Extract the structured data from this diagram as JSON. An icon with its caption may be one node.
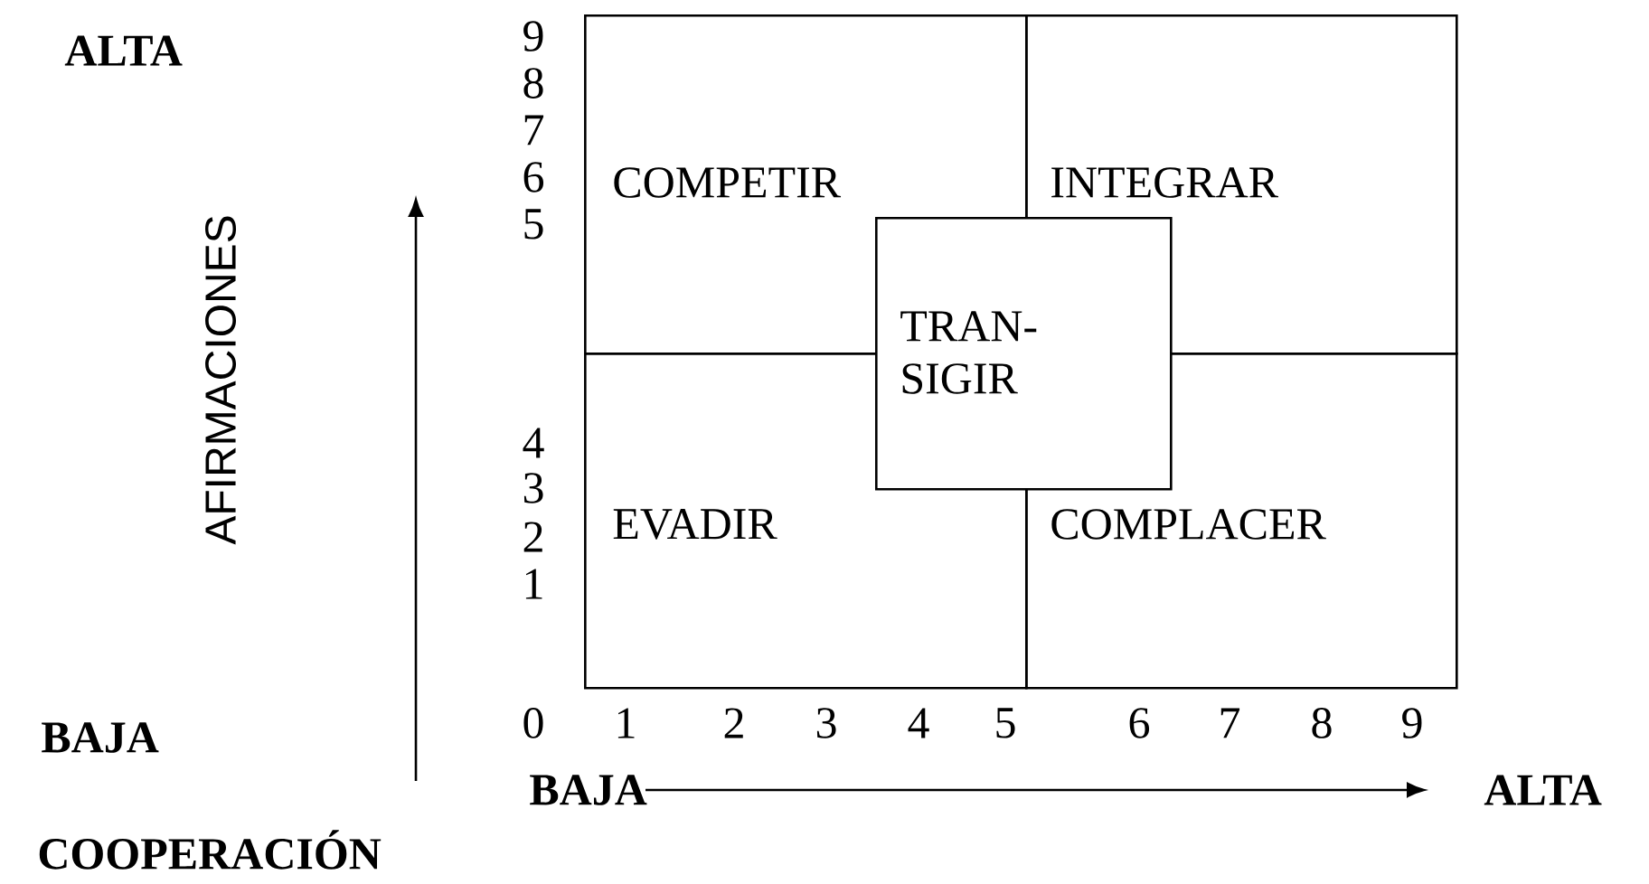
{
  "diagram": {
    "nodes": [
      {
        "text": [
          "COMPETIR"
        ]
      },
      {
        "text": [
          "INTEGRAR"
        ]
      },
      {
        "text": [
          "EVADIR"
        ]
      },
      {
        "text": [
          "COMPLACER"
        ]
      },
      {
        "text": [
          "TRAN- SIGIR"
        ]
      }
    ],
    "edges": [],
    "labels": [
      "ALTA",
      "9",
      "8",
      "7",
      "6",
      "5",
      "AFIRMACIONES",
      "4",
      "3",
      "2",
      "1",
      "BAJA",
      "0",
      "1",
      "2",
      "3",
      "4",
      "5",
      "6",
      "7",
      "8",
      "9",
      "BAJA",
      "ALTA",
      "COOPERACIÓN"
    ]
  }
}
